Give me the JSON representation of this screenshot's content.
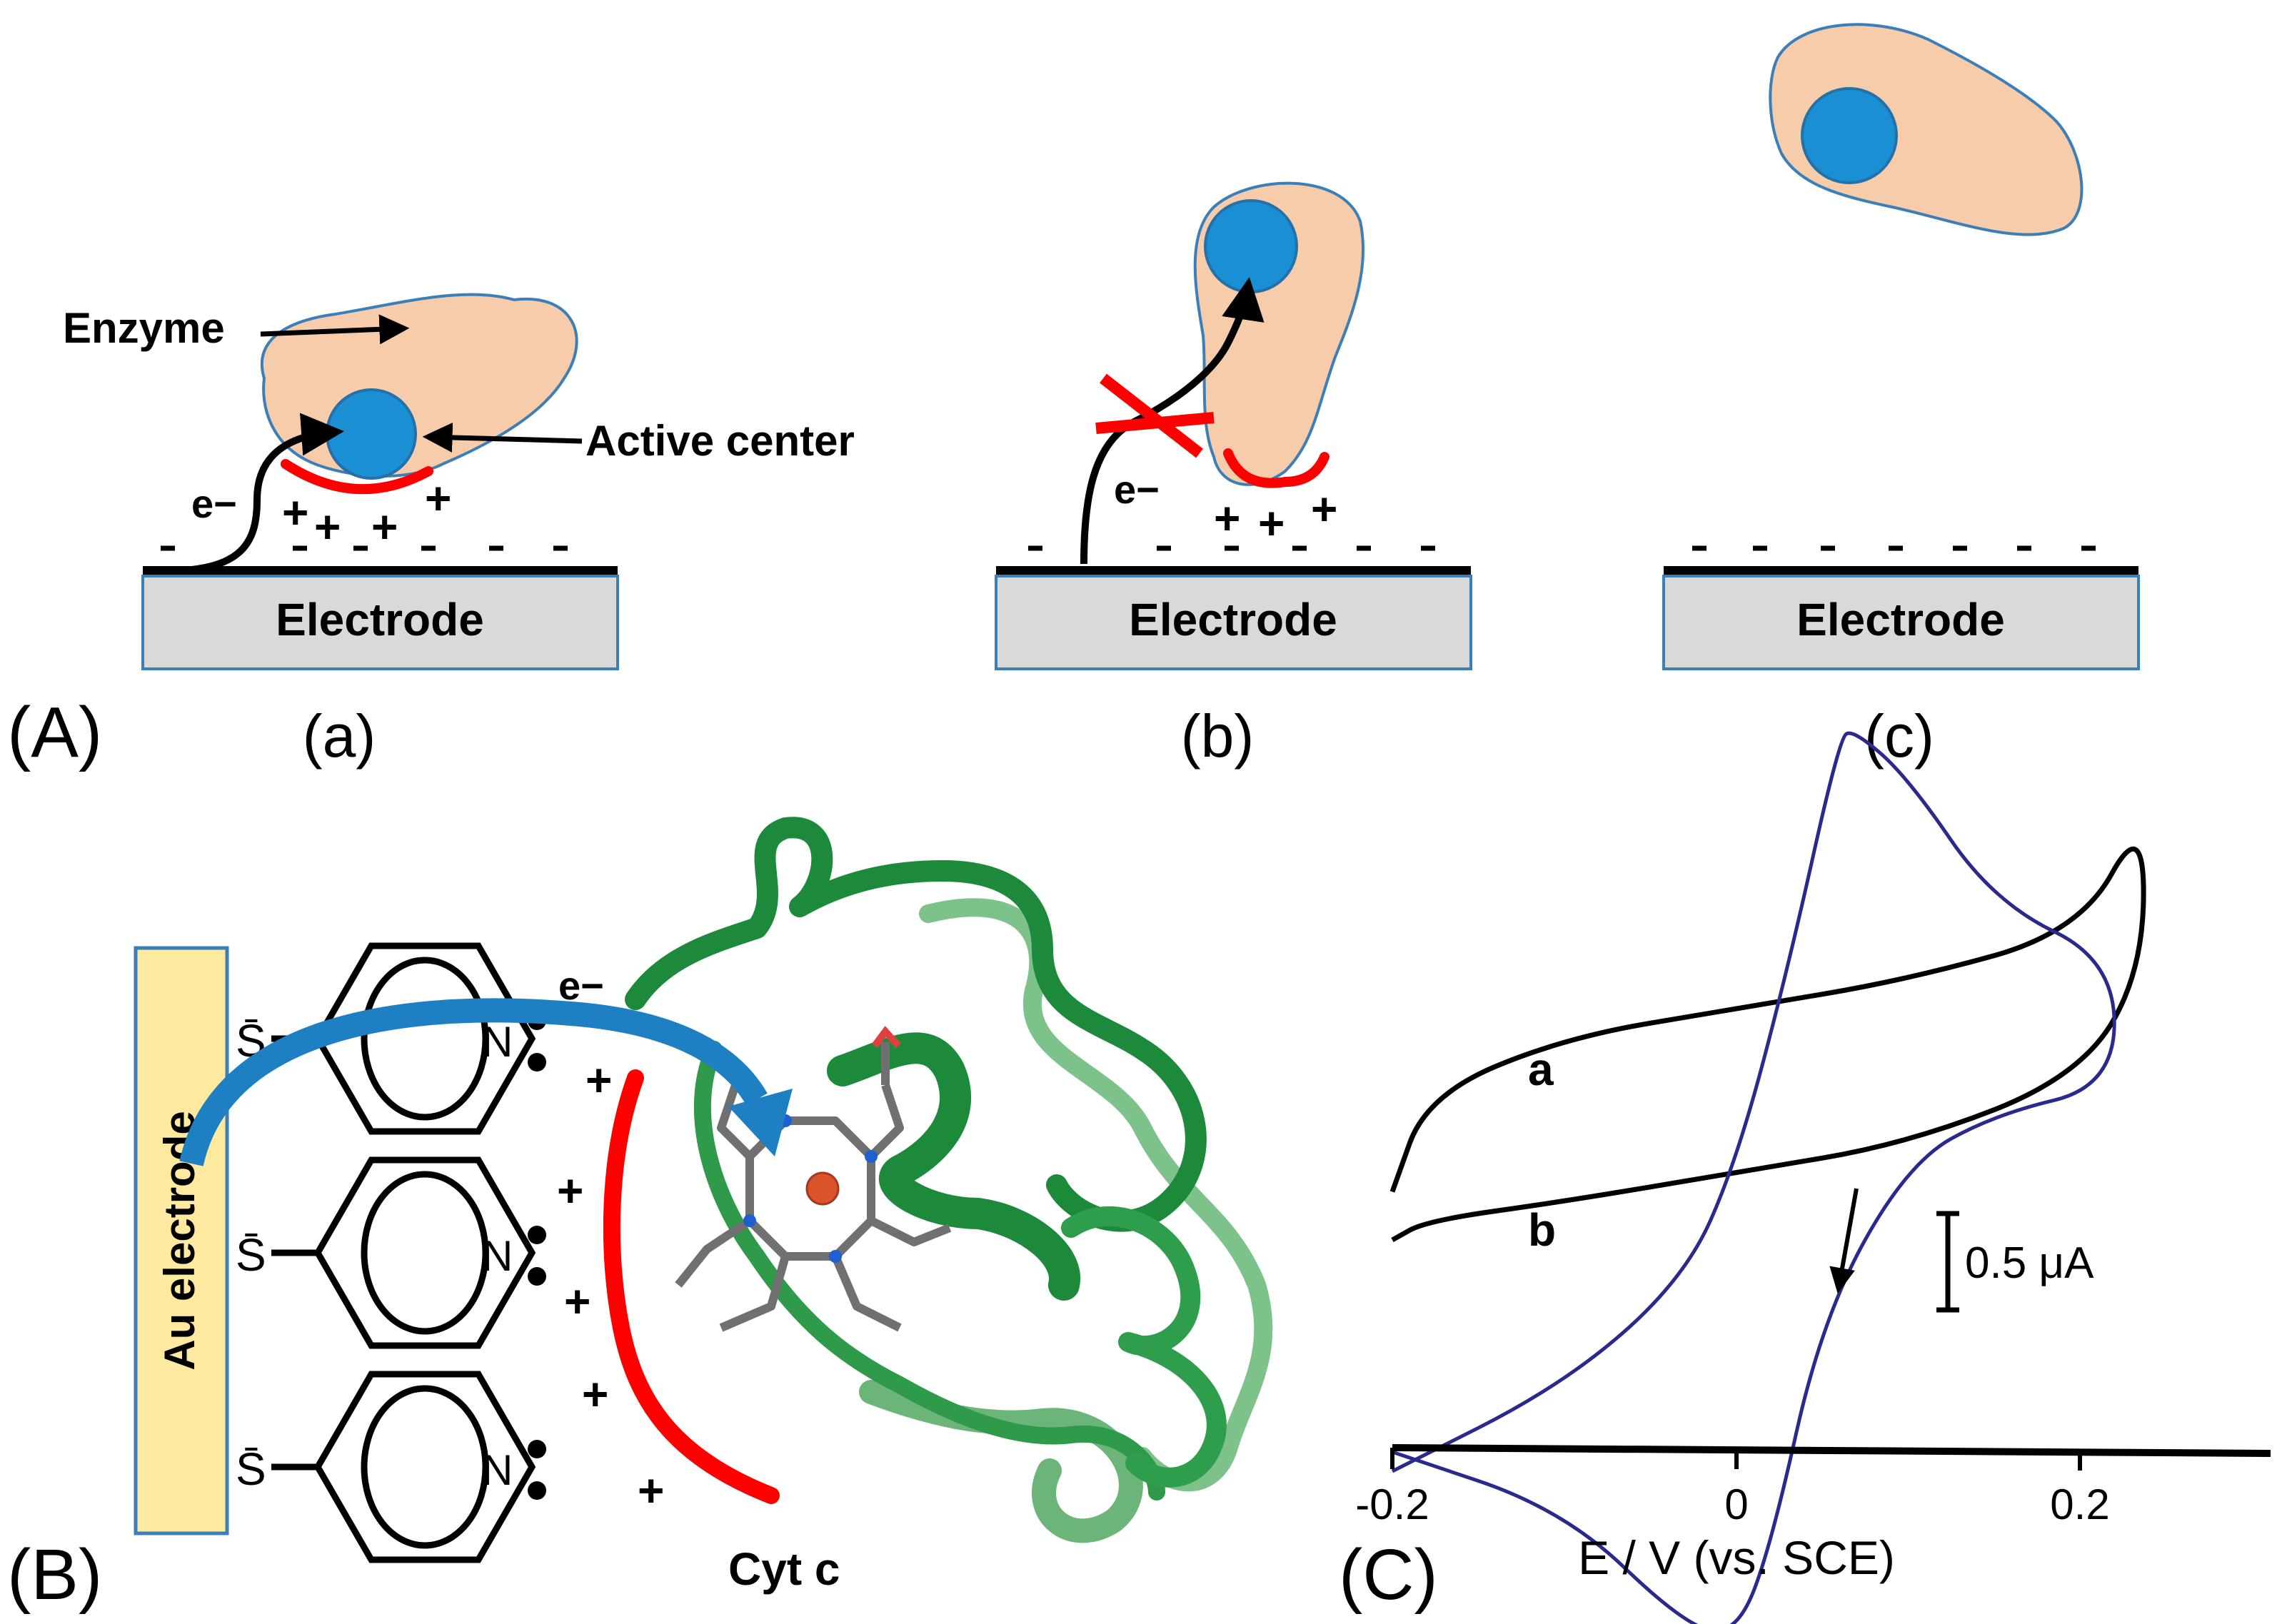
{
  "panel_A": {
    "label": "(A)",
    "sub_labels": [
      "(a)",
      "(b)",
      "(c)"
    ],
    "electrode_label": "Electrode",
    "enzyme_label": "Enzyme",
    "active_center_label": "Active center",
    "electron_label": "e−",
    "plus_sign": "+",
    "minus_sign": "-"
  },
  "panel_B": {
    "label": "(B)",
    "electrode_label": "Au electrode",
    "thiolate_label": "S̄",
    "nitrogen_label": "N",
    "electron_label": "e−",
    "protein_label": "Cyt c",
    "plus_sign": "+"
  },
  "panel_C": {
    "label": "(C)",
    "chart_data": {
      "type": "line",
      "title": "",
      "xlabel": "E / V (vs. SCE)",
      "ylabel": "",
      "xlim": [
        -0.2,
        0.3
      ],
      "x_ticks": [
        "-0.2",
        "0",
        "0.2"
      ],
      "scale_bar_label": "0.5 μA",
      "grid": false,
      "series": [
        {
          "name": "a",
          "color": "#000000",
          "x": [
            -0.2,
            -0.18,
            -0.1,
            0,
            0.1,
            0.2,
            0.237,
            0.237,
            0.2,
            0.1,
            0,
            -0.1,
            -0.18,
            -0.2
          ],
          "y": [
            -0.35,
            0.15,
            0.45,
            0.6,
            0.75,
            1.0,
            1.6,
            0.8,
            0.25,
            -0.1,
            -0.25,
            -0.4,
            -0.5,
            -0.6
          ]
        },
        {
          "name": "b",
          "color": "#2a2a8c",
          "x": [
            -0.2,
            -0.1,
            -0.03,
            0,
            0.03,
            0.06,
            0.068,
            0.1,
            0.15,
            0.22,
            0.22,
            0.15,
            0.1,
            0.05,
            0.02,
            0,
            -0.03,
            -0.1,
            -0.2
          ],
          "y": [
            -1.8,
            -1.35,
            -0.8,
            -0.2,
            0.8,
            2.0,
            2.05,
            1.8,
            1.15,
            0.85,
            0.2,
            0.05,
            -0.2,
            -1.0,
            -2.2,
            -2.65,
            -2.6,
            -2.0,
            -1.7
          ]
        }
      ]
    }
  }
}
